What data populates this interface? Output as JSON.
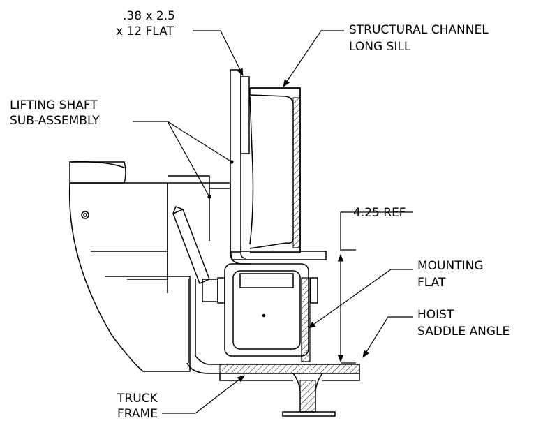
{
  "labels": {
    "flat_line1": ".38 x 2.5",
    "flat_line2": "x 12 FLAT",
    "channel_line1": "STRUCTURAL CHANNEL",
    "channel_line2": "LONG SILL",
    "shaft_line1": "LIFTING SHAFT",
    "shaft_line2": "SUB-ASSEMBLY",
    "ref_dim": "4.25 REF",
    "mounting_line1": "MOUNTING",
    "mounting_line2": "FLAT",
    "hoist_line1": "HOIST",
    "hoist_line2": "SADDLE ANGLE",
    "truck_line1": "TRUCK",
    "truck_line2": "FRAME"
  },
  "colors": {
    "line": "#000000",
    "background": "#ffffff"
  }
}
